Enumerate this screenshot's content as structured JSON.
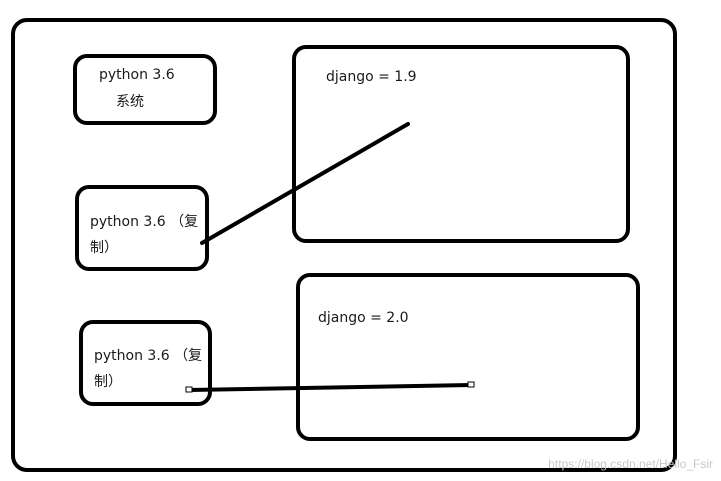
{
  "diagram": {
    "nodes": {
      "system_python": {
        "line1": "python 3.6",
        "line2": "系统"
      },
      "copy_python_1": {
        "line1": "python 3.6 （复",
        "line2": "制）"
      },
      "copy_python_2": {
        "line1": "python 3.6 （复",
        "line2": "制）"
      },
      "django_19": {
        "label": "django = 1.9"
      },
      "django_20": {
        "label": "django = 2.0"
      }
    },
    "edges": [
      {
        "from": "copy_python_1",
        "to": "django_19"
      },
      {
        "from": "copy_python_2",
        "to": "django_20"
      }
    ]
  },
  "watermark": "https://blog.csdn.net/Hello_Fsir",
  "colors": {
    "stroke": "#000000",
    "background": "#ffffff",
    "watermark": "#c8c8c8"
  }
}
